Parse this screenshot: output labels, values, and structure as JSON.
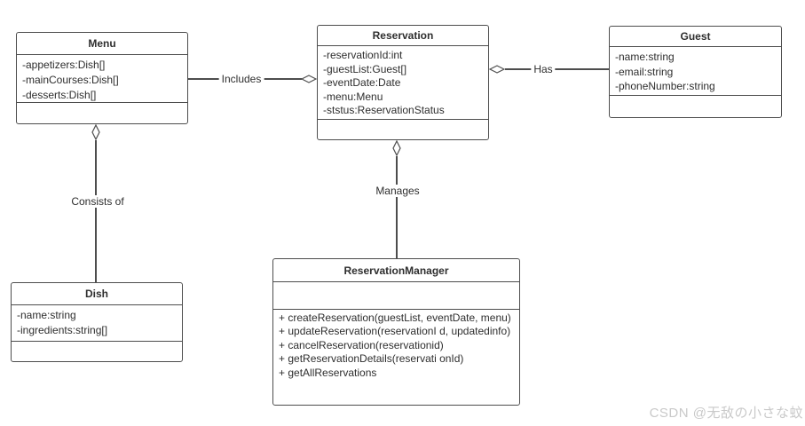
{
  "diagram": {
    "classes": [
      {
        "name": "Menu",
        "attributes": [
          "-appetizers:Dish[]",
          "-mainCourses:Dish[]",
          "-desserts:Dish[]"
        ],
        "methods": []
      },
      {
        "name": "Reservation",
        "attributes": [
          "-reservationId:int",
          "-guestList:Guest[]",
          "-eventDate:Date",
          "-menu:Menu",
          "-ststus:ReservationStatus"
        ],
        "methods": []
      },
      {
        "name": "Guest",
        "attributes": [
          "-name:string",
          "-email:string",
          "-phoneNumber:string"
        ],
        "methods": []
      },
      {
        "name": "Dish",
        "attributes": [
          "-name:string",
          "-ingredients:string[]"
        ],
        "methods": []
      },
      {
        "name": "ReservationManager",
        "attributes": [],
        "methods": [
          "+ createReservation(guestList, eventDate, menu)",
          "+ updateReservation(reservationI d, updatedinfo)",
          "+ cancelReservation(reservationid)",
          "+ getReservationDetails(reservati onId)",
          "+ getAllReservations"
        ]
      }
    ],
    "relationships": [
      {
        "label": "Includes",
        "from": "Menu",
        "to": "Reservation",
        "type": "aggregation"
      },
      {
        "label": "Has",
        "from": "Guest",
        "to": "Reservation",
        "type": "aggregation"
      },
      {
        "label": "Consists of",
        "from": "Dish",
        "to": "Menu",
        "type": "aggregation"
      },
      {
        "label": "Manages",
        "from": "ReservationManager",
        "to": "Reservation",
        "type": "aggregation"
      }
    ]
  },
  "watermark": "CSDN @无敌の小さな蚊",
  "colors": {
    "line": "#4d4d4d",
    "text": "#2e2e2e",
    "box_fill": "#ffffff",
    "watermark": "#c9c9c9",
    "background": "#ffffff"
  }
}
